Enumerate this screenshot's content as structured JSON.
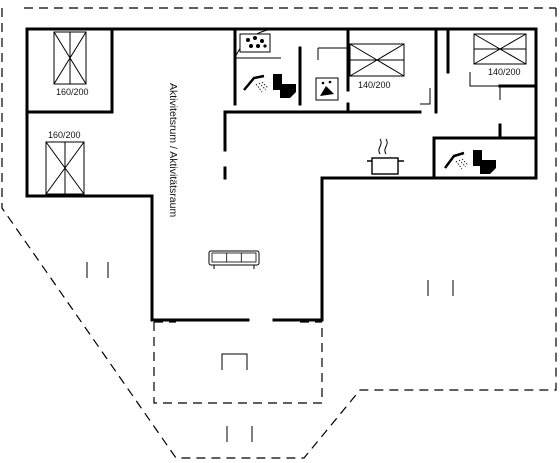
{
  "floorplan": {
    "rooms": {
      "activity_room": "Aktivitetsrum / Aktivitätsraum"
    },
    "beds": {
      "bed_1": "160/200",
      "bed_2": "160/200",
      "bed_3": "140/200",
      "bed_4": "140/200"
    },
    "icons": {
      "shower": "shower-icon",
      "toilet": "toilet-icon",
      "sauna": "sauna-icon",
      "washer": "washing-machine-icon",
      "kitchen": "cooking-pot-icon",
      "sofa": "sofa-icon"
    }
  }
}
